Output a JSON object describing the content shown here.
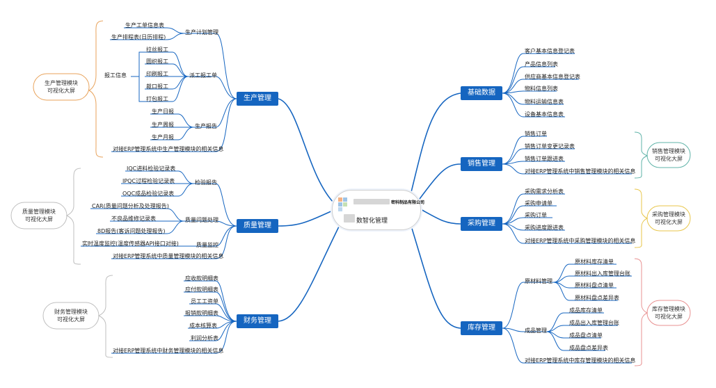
{
  "center": {
    "company_name": "密科制品有限公司",
    "title": "数智化管理"
  },
  "branches": {
    "production": {
      "label": "生产管理",
      "groups": {
        "plan": {
          "label": "生产计划管理",
          "items": [
            "生产工单信息表",
            "生产排程表(日历排程)"
          ]
        },
        "report_work": {
          "label": "派工报工单",
          "source_label": "报工信息",
          "items": [
            "拉丝报工",
            "圆织报工",
            "印刷报工",
            "裁口报工",
            "打包报工"
          ]
        },
        "report": {
          "label": "生产报告",
          "items": [
            "生产日报",
            "生产周报",
            "生产月报"
          ]
        }
      },
      "erp_note": "对接ERP管理系统中生产管理模块的相关信息",
      "screen_label": [
        "生产管理模块",
        "可视化大屏"
      ]
    },
    "quality": {
      "label": "质量管理",
      "groups": {
        "inspection": {
          "label": "检验报告",
          "items": [
            "IQC进料检验记录表",
            "IPQC过程检验记录表",
            "OQC成品检验记录表"
          ]
        },
        "problem": {
          "label": "质量问题处理",
          "items": [
            "CAR(质量问题分析及处理报告)",
            "不良品维修记录表",
            "8D报告(客诉问题处理报告)"
          ]
        },
        "monitor": {
          "label": "质量监控",
          "items": [
            "实时温度监控(温度传感器API接口对接)"
          ]
        }
      },
      "erp_note": "对接ERP管理系统中质量管理模块的相关信息",
      "screen_label": [
        "质量管理模块",
        "可视化大屏"
      ]
    },
    "finance": {
      "label": "财务管理",
      "items": [
        "应收款明细表",
        "应付款明细表",
        "员工工资单",
        "报销款明细表",
        "成本核算表",
        "利润分析表"
      ],
      "erp_note": "对接ERP管理系统中财务管理模块的相关信息",
      "screen_label": [
        "财务管理模块",
        "可视化大屏"
      ]
    },
    "basic": {
      "label": "基础数据",
      "items": [
        "客户基本信息登记表",
        "产品信息列表",
        "供应商基本信息登记表",
        "物料信息列表",
        "物料运输信息表",
        "设备基本信息表"
      ]
    },
    "sales": {
      "label": "销售管理",
      "items": [
        "销售订单",
        "销售订单变更记录表",
        "销售订单跟进表"
      ],
      "erp_note": "对接ERP管理系统中销售管理模块的相关信息",
      "screen_label": [
        "销售管理模块",
        "可视化大屏"
      ]
    },
    "purchase": {
      "label": "采购管理",
      "items": [
        "采购需求分析表",
        "采购申请单",
        "采购订单",
        "采购进度跟进表"
      ],
      "erp_note": "对接ERP管理系统中采购管理模块的相关信息",
      "screen_label": [
        "采购管理模块",
        "可视化大屏"
      ]
    },
    "inventory": {
      "label": "库存管理",
      "raw": {
        "label": "原材料管理",
        "items": [
          "原材料库存清单",
          "原材料出入库管理台账",
          "原材料盘点清单",
          "原材料盘点差异表"
        ]
      },
      "finished": {
        "label": "成品管理",
        "items": [
          "成品库存清单",
          "成品出入库管理台账",
          "成品盘点清单",
          "成品盘点差异表"
        ]
      },
      "erp_note": "对接ERP管理系统中库存管理模块的相关信息",
      "screen_label": [
        "库存管理模块",
        "可视化大屏"
      ]
    }
  },
  "colors": {
    "branch": "#1565c0",
    "production_bracket": "#e8a25a",
    "quality_bracket": "#bfbfbf",
    "finance_bracket": "#bfbfbf",
    "sales_bracket": "#5fb3a8",
    "purchase_bracket": "#e8c64a",
    "inventory_bracket": "#e89090"
  }
}
